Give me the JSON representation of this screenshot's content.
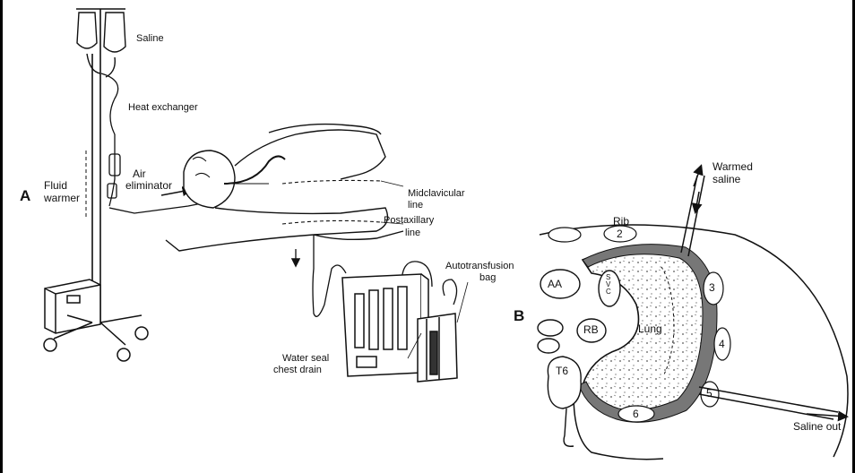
{
  "panel_a": {
    "letter": "A",
    "labels": {
      "saline": "Saline",
      "heat_exchanger": "Heat exchanger",
      "fluid_warmer_1": "Fluid",
      "fluid_warmer_2": "warmer",
      "air_eliminator_1": "Air",
      "air_eliminator_2": "eliminator",
      "midclavicular_1": "Midclavicular",
      "midclavicular_2": "line",
      "postaxillary_1": "Postaxillary",
      "postaxillary_2": "line",
      "autotransfusion_1": "Autotransfusion",
      "autotransfusion_2": "bag",
      "water_seal_1": "Water seal",
      "water_seal_2": "chest drain"
    }
  },
  "panel_b": {
    "letter": "B",
    "labels": {
      "warmed_1": "Warmed",
      "warmed_2": "saline",
      "rib": "Rib",
      "aa": "AA",
      "svc": "SVC",
      "rb": "RB",
      "lung": "Lung",
      "t6": "T6",
      "saline_out": "Saline out"
    },
    "rib_numbers": [
      "2",
      "3",
      "4",
      "5",
      "6"
    ]
  }
}
